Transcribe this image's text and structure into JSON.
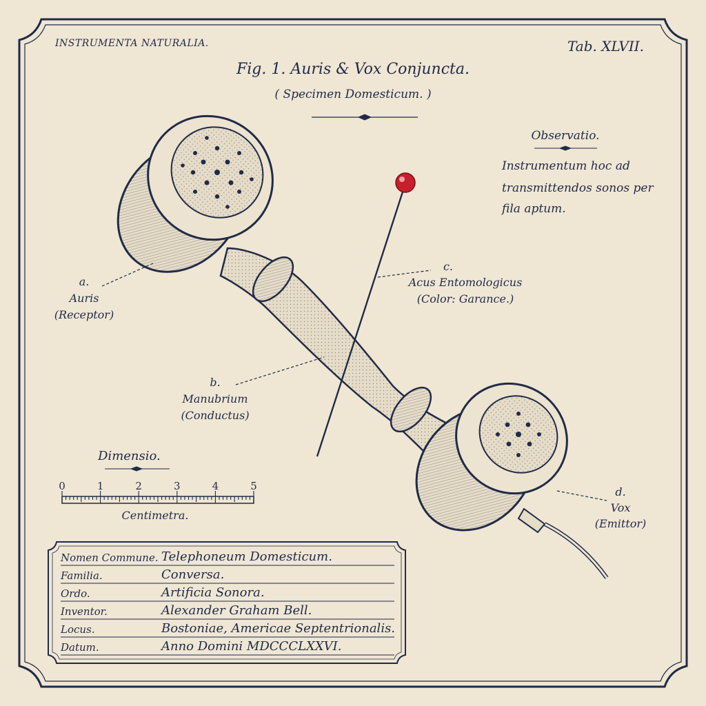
{
  "header": {
    "collection": "INSTRUMENTA NATURALIA.",
    "plate": "Tab. XLVII."
  },
  "figure": {
    "title": "Fig. 1. Auris & Vox Conjuncta.",
    "subtitle": "( Specimen Domesticum. )"
  },
  "observation": {
    "title": "Observatio.",
    "lines": [
      "Instrumentum hoc ad",
      "transmittendos sonos per",
      "fila aptum."
    ]
  },
  "labels": {
    "a": {
      "letter": "a.",
      "name": "Auris",
      "desc": "(Receptor)"
    },
    "b": {
      "letter": "b.",
      "name": "Manubrium",
      "desc": "(Conductus)"
    },
    "c": {
      "letter": "c.",
      "name": "Acus Entomologicus",
      "desc": "(Color: Garance.)"
    },
    "d": {
      "letter": "d.",
      "name": "Vox",
      "desc": "(Emittor)"
    }
  },
  "scale": {
    "title": "Dimensio.",
    "ticks": [
      "0",
      "1",
      "2",
      "3",
      "4",
      "5"
    ],
    "unit": "Centimetra."
  },
  "specimen_table": {
    "rows": [
      {
        "label": "Nomen Commune.",
        "value": "Telephoneum Domesticum."
      },
      {
        "label": "Familia.",
        "value": "Conversa."
      },
      {
        "label": "Ordo.",
        "value": "Artificia Sonora."
      },
      {
        "label": "Inventor.",
        "value": "Alexander Graham Bell."
      },
      {
        "label": "Locus.",
        "value": "Bostoniae, Americae Septentrionalis."
      },
      {
        "label": "Datum.",
        "value": "Anno Domini MDCCCLXXVI."
      }
    ]
  },
  "colors": {
    "paper": "#efe6d4",
    "ink": "#1f2b47",
    "pin_head": "#c8202a"
  },
  "icons": {
    "specimen": "telephone-handset-icon",
    "pin": "entomological-pin-icon"
  }
}
